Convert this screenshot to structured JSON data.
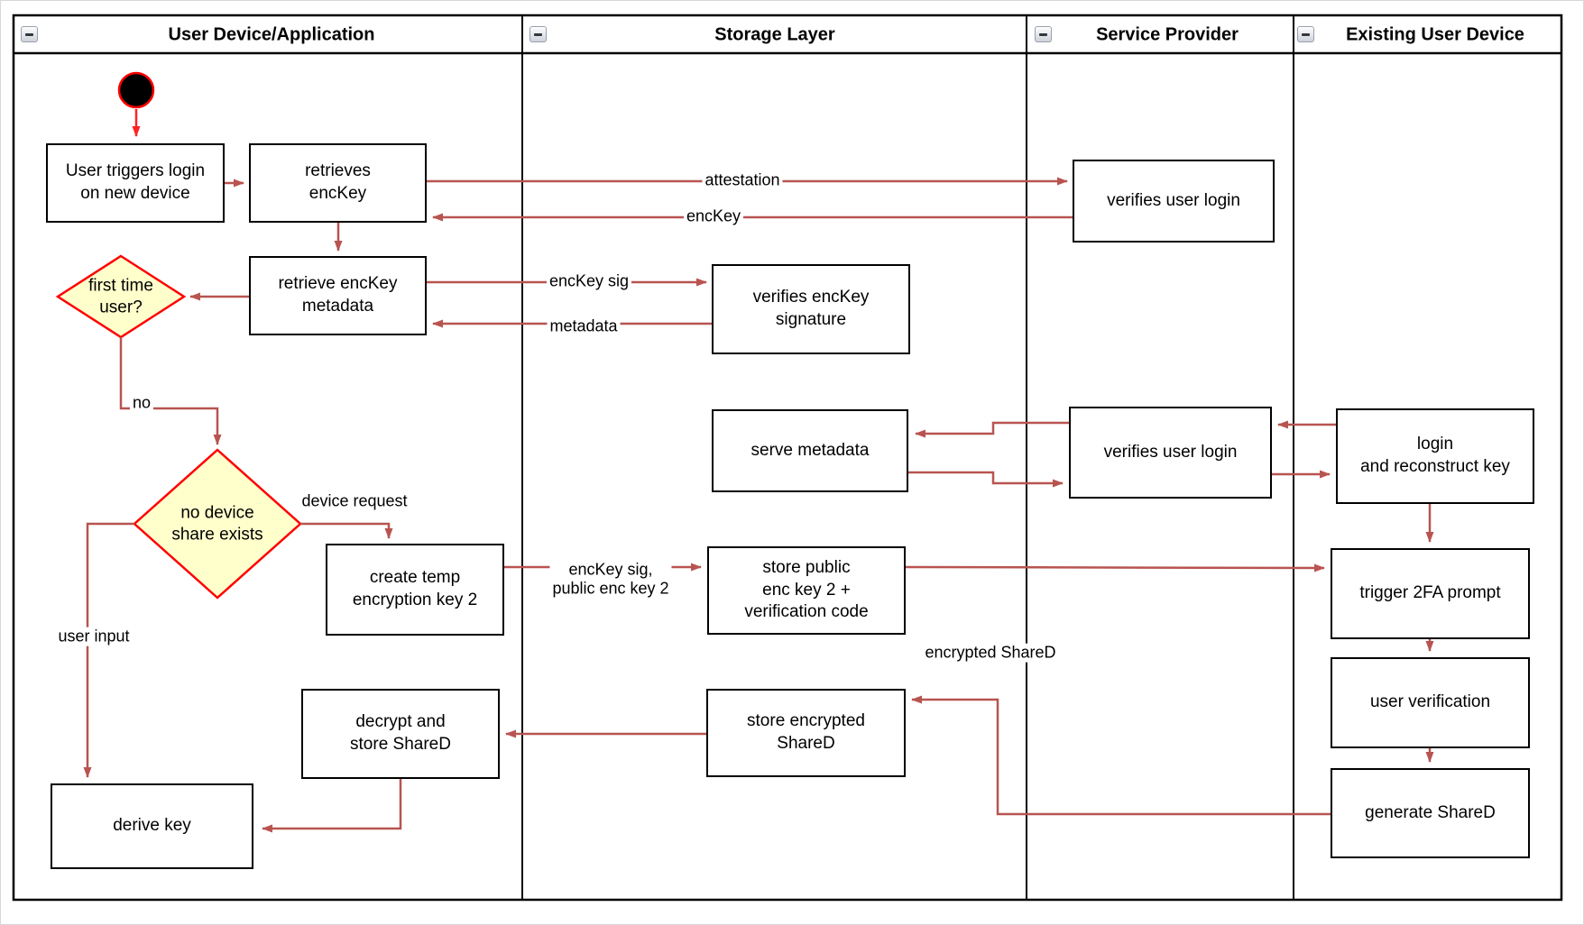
{
  "lanes": [
    {
      "title": "User Device/Application"
    },
    {
      "title": "Storage Layer"
    },
    {
      "title": "Service Provider"
    },
    {
      "title": "Existing User Device"
    }
  ],
  "nodes": {
    "start": "initial-node",
    "user_triggers_login": "User triggers login\non new device",
    "retrieves_enckey": "retrieves\nencKey",
    "retrieve_enckey_metadata": "retrieve encKey\nmetadata",
    "first_time_user": "first time\nuser?",
    "no_device_share_exists": "no device\nshare exists",
    "create_temp_key2": "create temp\nencryption key 2",
    "decrypt_store_shared": "decrypt and\nstore ShareD",
    "derive_key": "derive key",
    "verifies_enckey_signature": "verifies encKey\nsignature",
    "serve_metadata": "serve metadata",
    "store_public_enc_key2": "store public\nenc key 2 +\nverification code",
    "store_encrypted_shared": "store encrypted\nShareD",
    "verifies_user_login_top": "verifies user login",
    "verifies_user_login_mid": "verifies user login",
    "login_and_reconstruct_key": "login\nand reconstruct key",
    "trigger_2fa_prompt": "trigger 2FA prompt",
    "user_verification": "user verification",
    "generate_shared": "generate ShareD"
  },
  "edge_labels": {
    "attestation": "attestation",
    "enckey": "encKey",
    "enckey_sig": "encKey sig",
    "metadata": "metadata",
    "no": "no",
    "device_request": "device request",
    "enckey_sig_public_key2": "encKey sig,\npublic enc key 2",
    "user_input": "user input",
    "encrypted_shared": "encrypted ShareD"
  },
  "colors": {
    "arrow": "#B85450",
    "start_arrow": "#FF0000",
    "decision_fill": "#FFFFCC",
    "decision_border": "#FF0000",
    "start_fill": "#000000",
    "start_ring": "#FF0000",
    "node_border": "#000000",
    "lane_border": "#000000",
    "background": "#FFFFFF"
  }
}
